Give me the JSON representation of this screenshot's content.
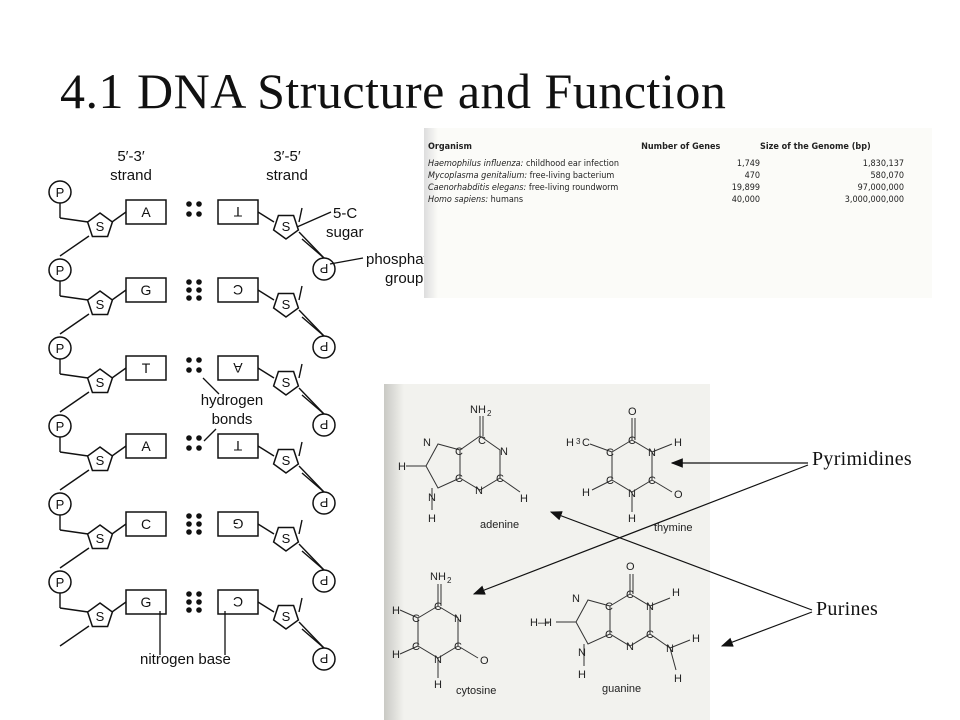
{
  "slide": {
    "title": "4.1 DNA Structure and Function"
  },
  "dna_diagram": {
    "left_strand_label": [
      "5′-3′",
      "strand"
    ],
    "right_strand_label": [
      "3′-5′",
      "strand"
    ],
    "phosphate_symbol": "P",
    "sugar_symbol": "S",
    "left_bases": [
      "A",
      "G",
      "T",
      "A",
      "C",
      "G"
    ],
    "right_bases": [
      "T",
      "C",
      "A",
      "T",
      "G",
      "C"
    ],
    "sugar_label": [
      "5-C",
      "sugar"
    ],
    "phosphate_label": [
      "phosphate",
      "group"
    ],
    "hbond_label": [
      "hydrogen",
      "bonds"
    ],
    "base_label": "nitrogen base"
  },
  "genome_table": {
    "headers": [
      "Organism",
      "Number of Genes",
      "Size of the Genome (bp)"
    ],
    "rows": [
      {
        "species": "Haemophilus influenza:",
        "desc": "childhood ear infection",
        "genes": "1,749",
        "size": "1,830,137"
      },
      {
        "species": "Mycoplasma genitalium:",
        "desc": "free-living bacterium",
        "genes": "470",
        "size": "580,070"
      },
      {
        "species": "Caenorhabditis elegans:",
        "desc": "free-living roundworm",
        "genes": "19,899",
        "size": "97,000,000"
      },
      {
        "species": "Homo sapiens:",
        "desc": "humans",
        "genes": "40,000",
        "size": "3,000,000,000"
      }
    ]
  },
  "bases": {
    "adenine": "adenine",
    "thymine": "thymine",
    "cytosine": "cytosine",
    "guanine": "guanine"
  },
  "labels": {
    "pyrimidines": "Pyrimidines",
    "purines": "Purines"
  }
}
